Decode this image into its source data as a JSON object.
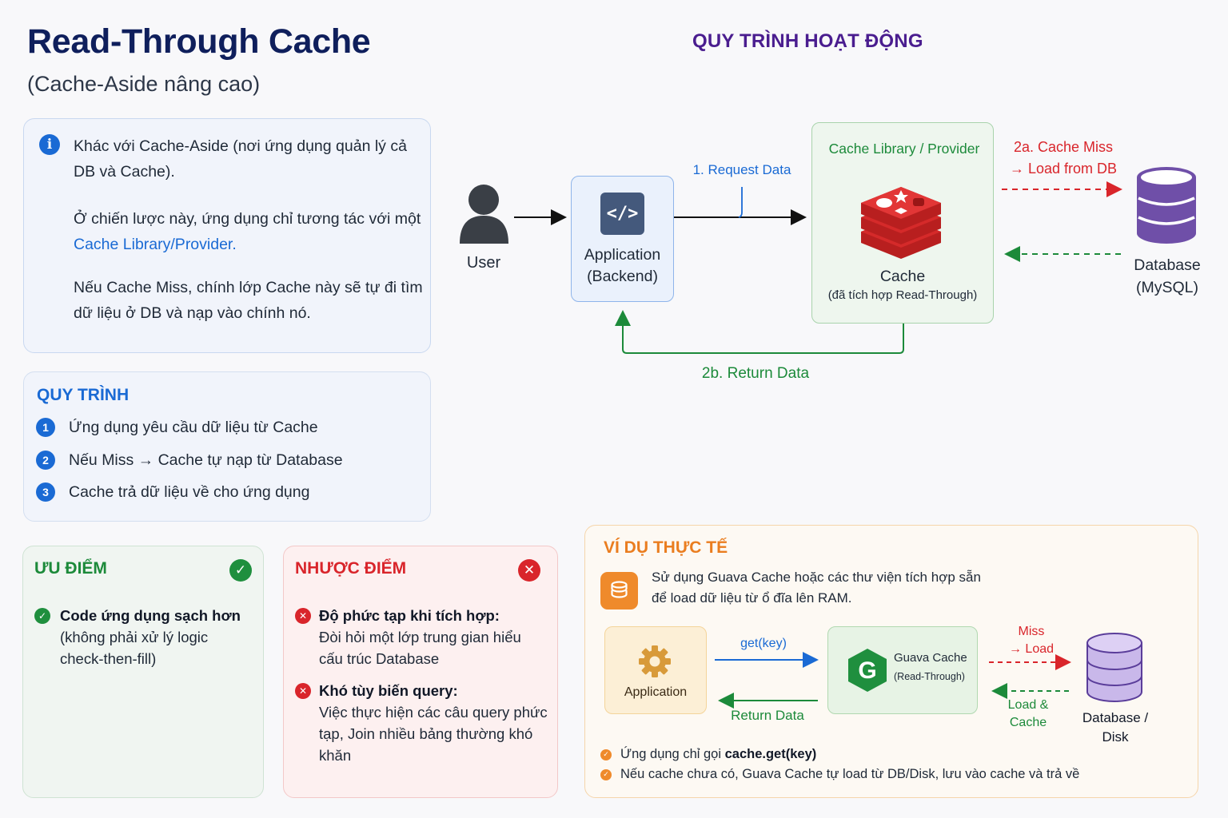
{
  "header": {
    "title": "Read-Through Cache",
    "subtitle": "(Cache-Aside nâng cao)",
    "flow_title": "QUY TRÌNH HOẠT ĐỘNG"
  },
  "info": {
    "icon": "info-icon",
    "icon_glyph": "i",
    "p1": "Khác với Cache-Aside (nơi ứng dụng quản lý cả DB và Cache).",
    "p2_prefix": "Ở chiến lược này, ứng dụng chỉ tương tác với một ",
    "p2_link": "Cache Library/Provider.",
    "p3": "Nếu Cache Miss, chính lớp Cache này sẽ tự đi tìm dữ liệu ở DB và nạp vào chính nó."
  },
  "steps": {
    "title": "QUY TRÌNH",
    "items": [
      {
        "num": "1",
        "text": "Ứng dụng yêu cầu dữ liệu từ Cache"
      },
      {
        "num": "2",
        "text": "Nếu Miss → Cache tự nạp từ Database"
      },
      {
        "num": "3",
        "text": "Cache trả dữ liệu về cho ứng dụng"
      }
    ]
  },
  "pros": {
    "title": "ƯU ĐIỂM",
    "badge_glyph": "✓",
    "items": [
      {
        "bold": "Code ứng dụng sạch hơn",
        "text": "(không phải xử lý logic check-then-fill)",
        "glyph": "✓"
      }
    ]
  },
  "cons": {
    "title": "NHƯỢC ĐIỂM",
    "badge_glyph": "✕",
    "items": [
      {
        "bold": "Độ phức tạp khi tích hợp:",
        "text": "Đòi hỏi một lớp trung gian hiểu cấu trúc Database",
        "glyph": "✕"
      },
      {
        "bold": "Khó tùy biến query:",
        "text": "Việc thực hiện các câu query phức tạp, Join nhiều bảng thường khó khăn",
        "glyph": "✕"
      }
    ]
  },
  "diagram": {
    "user_label": "User",
    "app_label_1": "Application",
    "app_label_2": "(Backend)",
    "code_glyph": "</>",
    "request_label": "1. Request Data",
    "cache_box_title": "Cache Library / Provider",
    "cache_label": "Cache",
    "cache_sub": "(đã tích hợp Read-Through)",
    "miss_label_1": "2a. Cache Miss",
    "miss_label_2": "→ Load from DB",
    "db_label_1": "Database",
    "db_label_2": "(MySQL)",
    "return_label": "2b. Return Data"
  },
  "example": {
    "title": "VÍ DỤ THỰC TẾ",
    "desc_1": "Sử dụng Guava Cache hoặc các thư viện tích hợp sẵn",
    "desc_2": "để load dữ liệu từ ổ đĩa lên RAM.",
    "app_label": "Application",
    "get_label": "get(key)",
    "return_label": "Return Data",
    "guava_glyph": "G",
    "cache_title": "Guava Cache",
    "cache_sub": "(Read-Through)",
    "miss_1": "Miss",
    "miss_2": "→ Load",
    "load_1": "Load &",
    "load_2": "Cache",
    "db_1": "Database /",
    "db_2": "Disk",
    "bullets": [
      {
        "prefix": "Ứng dụng chỉ gọi ",
        "bold": "cache.get(key)",
        "suffix": ""
      },
      {
        "prefix": "Nếu cache chưa có, Guava Cache tự load từ DB/Disk, lưu vào cache và trả về",
        "bold": "",
        "suffix": ""
      }
    ],
    "bullet_glyph": "✓"
  },
  "colors": {
    "title": "#0f1f5c",
    "flow_title": "#4a1d8f",
    "blue": "#1a6ad4",
    "green": "#1c8a3a",
    "red": "#d9252b",
    "orange": "#ef8a2b",
    "purple_db": "#6f4fa8",
    "redis_red": "#d52a2a"
  }
}
